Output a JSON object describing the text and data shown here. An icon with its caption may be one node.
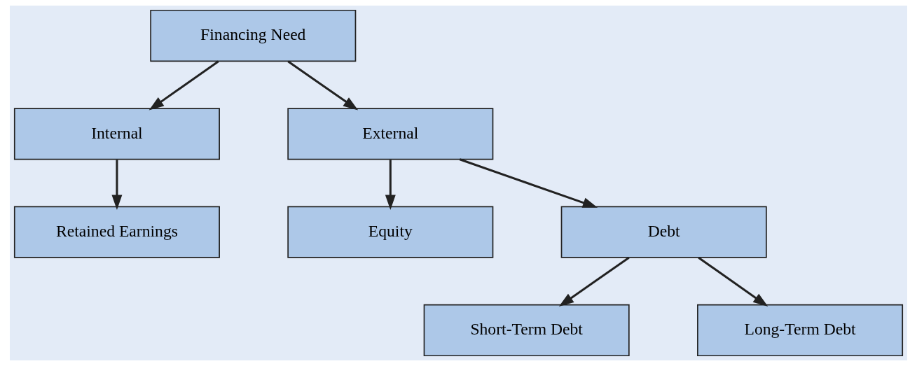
{
  "diagram": {
    "nodes": [
      {
        "text": [
          "Financing Need"
        ]
      },
      {
        "text": [
          "Internal"
        ]
      },
      {
        "text": [
          "External"
        ]
      },
      {
        "text": [
          "Retained Earnings"
        ]
      },
      {
        "text": [
          "Equity"
        ]
      },
      {
        "text": [
          "Debt"
        ]
      },
      {
        "text": [
          "Short-Term Debt"
        ]
      },
      {
        "text": [
          "Long-Term Debt"
        ]
      }
    ],
    "edges": [
      {
        "from": 0,
        "to": 1,
        "arrow": "to"
      },
      {
        "from": 0,
        "to": 2,
        "arrow": "to"
      },
      {
        "from": 1,
        "to": 3,
        "arrow": "to"
      },
      {
        "from": 2,
        "to": 4,
        "arrow": "to"
      },
      {
        "from": 2,
        "to": 5,
        "arrow": "to"
      },
      {
        "from": 5,
        "to": 6,
        "arrow": "to"
      },
      {
        "from": 5,
        "to": 7,
        "arrow": "to"
      }
    ]
  }
}
